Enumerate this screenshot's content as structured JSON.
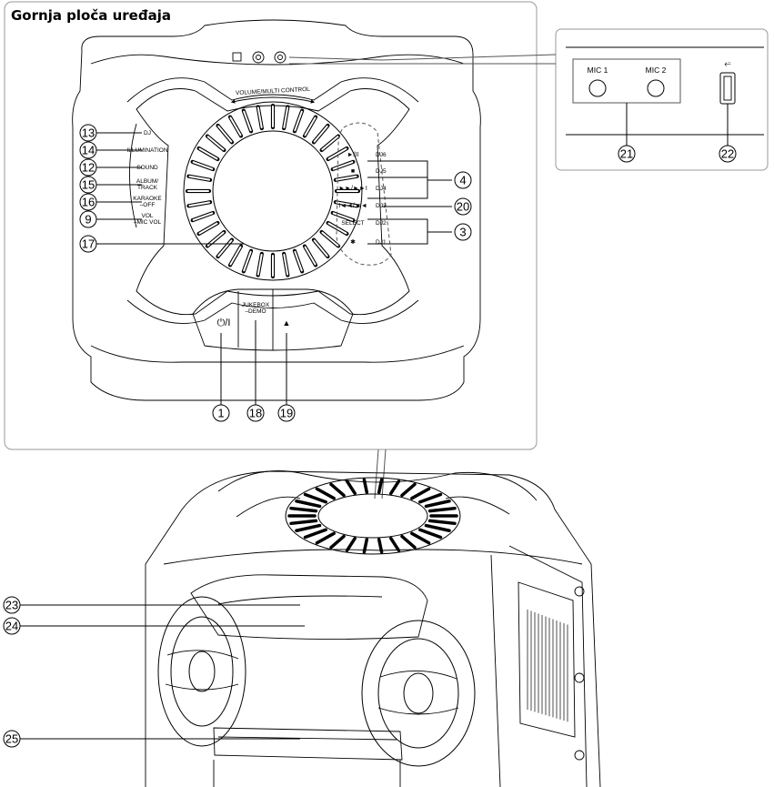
{
  "title": "Gornja ploča uređaja",
  "top_panel": {
    "volume_label": "VOLUME/MULTI CONTROL",
    "left_buttons": [
      {
        "id": "dj",
        "label": "DJ",
        "callout": "13"
      },
      {
        "id": "illumination",
        "label": "ILLUMINATION",
        "callout": "14"
      },
      {
        "id": "sound",
        "label": "SOUND",
        "callout": "12"
      },
      {
        "id": "album-track",
        "label": "ALBUM/\nTRACK",
        "callout": "15"
      },
      {
        "id": "karaoke",
        "label": "KARAOKE\n–OFF",
        "callout": "16"
      },
      {
        "id": "vol",
        "label": "VOL\n–MIC VOL",
        "callout": "9"
      }
    ],
    "right_buttons": [
      {
        "id": "play-pause",
        "symbol": "►/II",
        "dj": "DJ6"
      },
      {
        "id": "stop",
        "symbol": "■",
        "dj": "DJ5"
      },
      {
        "id": "next",
        "symbol": "►►/►►I",
        "dj": "DJ4"
      },
      {
        "id": "prev",
        "symbol": "I◄◄/◄◄",
        "dj": "DJ3"
      },
      {
        "id": "select",
        "symbol": "SELECT",
        "dj": "DJ2"
      },
      {
        "id": "bluetooth",
        "symbol": "ʙ",
        "dj": "DJ1"
      }
    ],
    "right_callouts": {
      "bracket_upper": "4",
      "next_line": "20",
      "bracket_lower": "3"
    },
    "knob_callout": "17",
    "bottom_buttons": [
      {
        "id": "power",
        "symbol": "⏻/I",
        "callout": "1"
      },
      {
        "id": "jukebox",
        "label": "JUKEBOX\n–DEMO",
        "callout": "18"
      },
      {
        "id": "eject",
        "symbol": "▲",
        "callout": "19"
      }
    ]
  },
  "inset": {
    "mic1": "MIC 1",
    "mic2": "MIC 2",
    "usb_icon": "usb-icon",
    "mic_callout": "21",
    "usb_callout": "22"
  },
  "body_callouts": [
    "23",
    "24",
    "25"
  ]
}
